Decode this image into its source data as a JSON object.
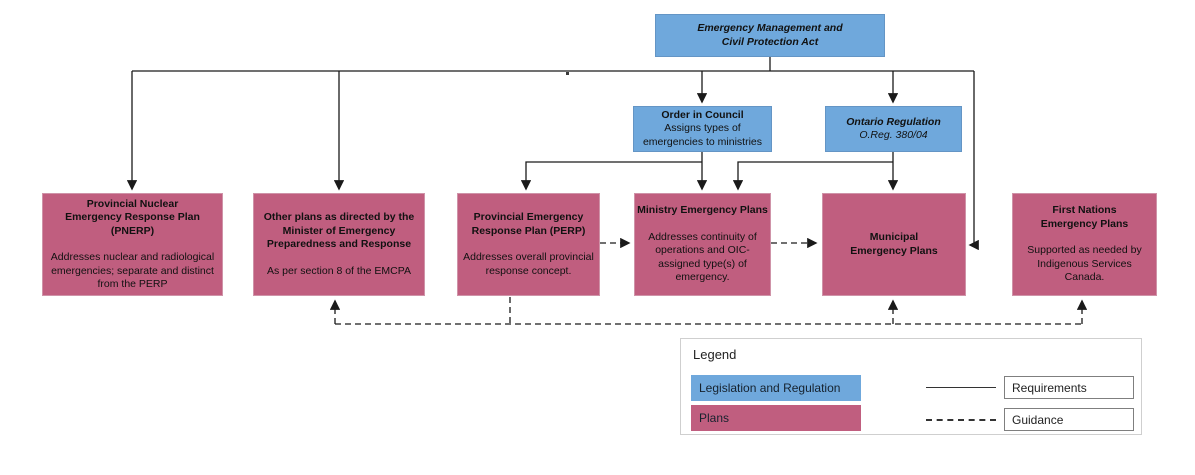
{
  "colors": {
    "legislation_fill": "#6fa8dc",
    "plans_fill": "#c05e7f",
    "connector": "#1a1a1a"
  },
  "boxes": {
    "emcpa": {
      "title": "Emergency Management and\nCivil Protection Act"
    },
    "oic": {
      "title": "Order in Council",
      "body": "Assigns types of\nemergencies to ministries"
    },
    "ontario_reg": {
      "title": "Ontario Regulation",
      "body": "O.Reg. 380/04"
    },
    "pnerp": {
      "title": "Provincial Nuclear\nEmergency Response Plan\n(PNERP)",
      "body": "Addresses nuclear and radiological\nemergencies; separate and distinct\nfrom the PERP"
    },
    "other_plans": {
      "title": "Other plans as directed by the\nMinister of Emergency\nPreparedness and Response",
      "body": "As per section 8 of the EMCPA"
    },
    "perp": {
      "title": "Provincial Emergency\nResponse Plan (PERP)",
      "body": "Addresses overall provincial\nresponse concept."
    },
    "ministry": {
      "title": "Ministry Emergency Plans",
      "body": "Addresses continuity of\noperations and OIC-\nassigned type(s) of\nemergency."
    },
    "municipal": {
      "title": "Municipal\nEmergency Plans"
    },
    "first_nations": {
      "title": "First Nations\nEmergency Plans",
      "body": "Supported as needed by\nIndigenous Services\nCanada."
    }
  },
  "legend": {
    "title": "Legend",
    "swatches": [
      {
        "label": "Legislation and Regulation",
        "color": "#6fa8dc"
      },
      {
        "label": "Plans",
        "color": "#c05e7f"
      }
    ],
    "lines": [
      {
        "label": "Requirements",
        "style": "solid"
      },
      {
        "label": "Guidance",
        "style": "dashed"
      }
    ]
  }
}
